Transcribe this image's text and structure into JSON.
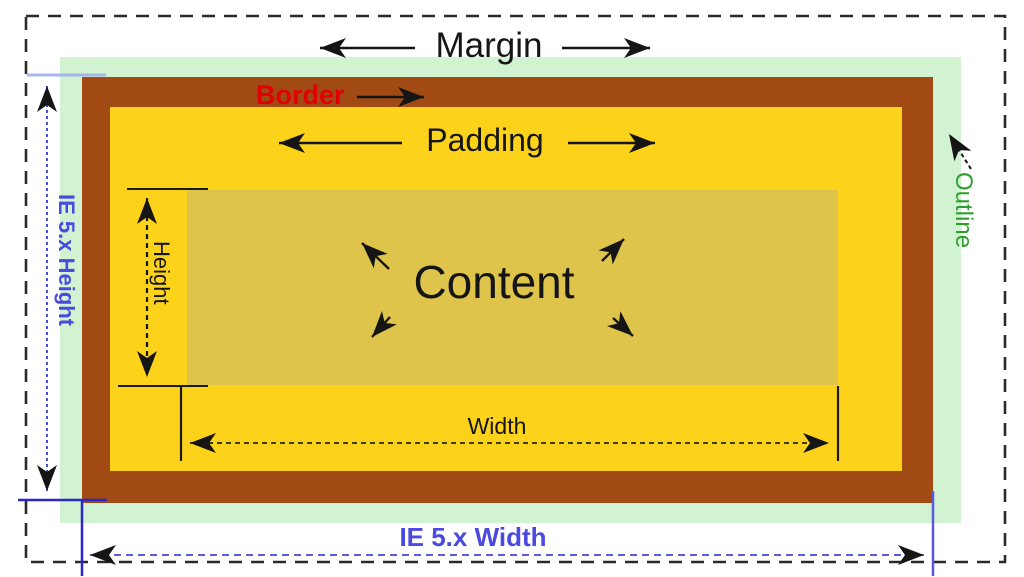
{
  "diagram": {
    "labels": {
      "margin": "Margin",
      "border": "Border",
      "padding": "Padding",
      "content": "Content",
      "height": "Height",
      "width": "Width",
      "ie_height": "IE 5.x Height",
      "ie_width": "IE 5.x Width",
      "outline": "Outline"
    },
    "colors": {
      "margin_area": "#ffffff",
      "outline_area": "#d2f3d2",
      "border_area": "#a24a13",
      "padding_area": "#fdd21b",
      "content_area": "#dfc44c",
      "dashed_edge": "#2a2a2a",
      "arrow_black": "#151515",
      "border_label_red": "#e00000",
      "ie_label_blue": "#4a4ae0",
      "measure_blue": "#3a3ace",
      "light_blue_tick": "#a8b4ee",
      "outline_label_green": "#2f9e2f"
    }
  }
}
